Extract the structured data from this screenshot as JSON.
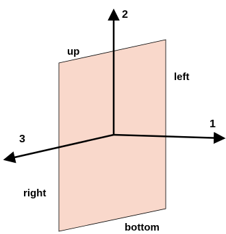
{
  "diagram": {
    "plane": {
      "fill_color": "#f9d8cb",
      "edge_color": "#000000"
    },
    "axes": {
      "axis_color": "#000000",
      "axis_1_label": "1",
      "axis_2_label": "2",
      "axis_3_label": "3"
    },
    "sides": {
      "up": "up",
      "left": "left",
      "right": "right",
      "bottom": "bottom"
    }
  }
}
